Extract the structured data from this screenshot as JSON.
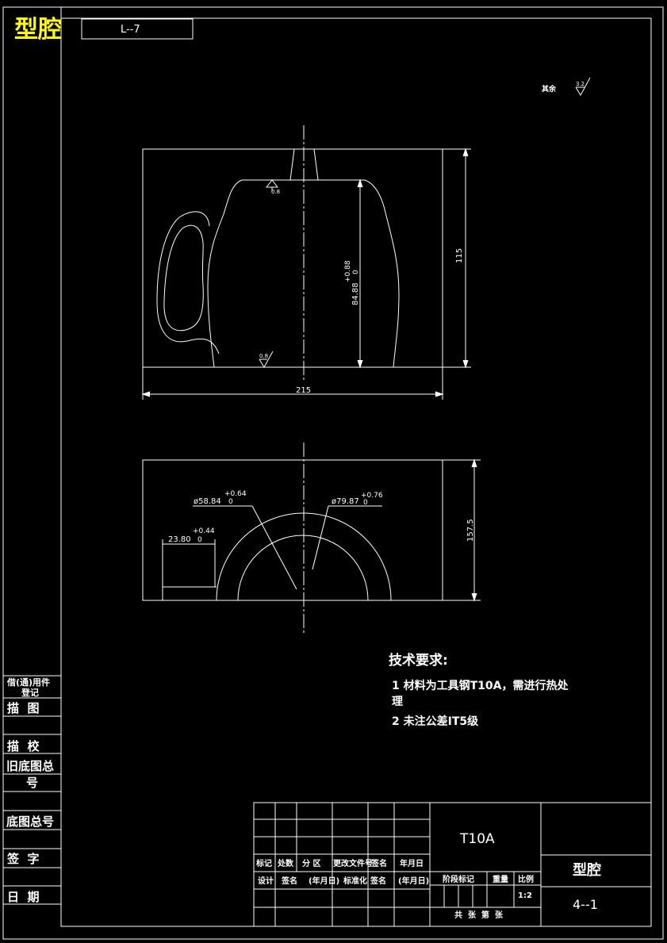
{
  "header": {
    "title": "型腔",
    "code": "L--7"
  },
  "roughness": {
    "rest_label": "其余",
    "rest_value": "3.2",
    "top_value": "0.8",
    "bottom_value": "0.8"
  },
  "front_view": {
    "width_dim": "215",
    "height_dim": "115",
    "inner_dim": "84.88",
    "inner_tol_upper": "+0.88",
    "inner_tol_lower": "0"
  },
  "top_view": {
    "height_dim": "157.5",
    "d1": "ø58.84",
    "d1_tol_upper": "+0.64",
    "d1_tol_lower": "0",
    "d2": "ø79.87",
    "d2_tol_upper": "+0.76",
    "d2_tol_lower": "0",
    "step": "23.80",
    "step_tol_upper": "+0.44",
    "step_tol_lower": "0"
  },
  "requirements": {
    "title": "技术要求:",
    "item1_line1": "1 材料为工具钢T10A，需进行热处",
    "item1_line2": "理",
    "item2": "2 未注公差IT5级"
  },
  "side_panel": {
    "borrow_line1": "借(通)用件",
    "borrow_line2": "登记",
    "trace": "描  图",
    "trace_check": "描  校",
    "old_base_line1": "旧底图总",
    "old_base_line2": "号",
    "base_no": "底图总号",
    "signature": "签  字",
    "date": "日  期"
  },
  "title_block": {
    "h_mark": "标记",
    "h_count": "处数",
    "h_zone": "分 区",
    "h_doc": "更改文件号",
    "h_sign": "签名",
    "h_date": "年月日",
    "r_design": "设计",
    "r_sign": "签名",
    "r_date1": "(年月日)",
    "r_std": "标准化",
    "r_sign2": "签名",
    "r_date2": "(年月日)",
    "material": "T10A",
    "stage": "阶段标记",
    "weight": "重量",
    "scale_label": "比例",
    "scale": "1:2",
    "sheets": "共  张  第  张",
    "part_name": "型腔",
    "drawing_no": "4--1"
  }
}
